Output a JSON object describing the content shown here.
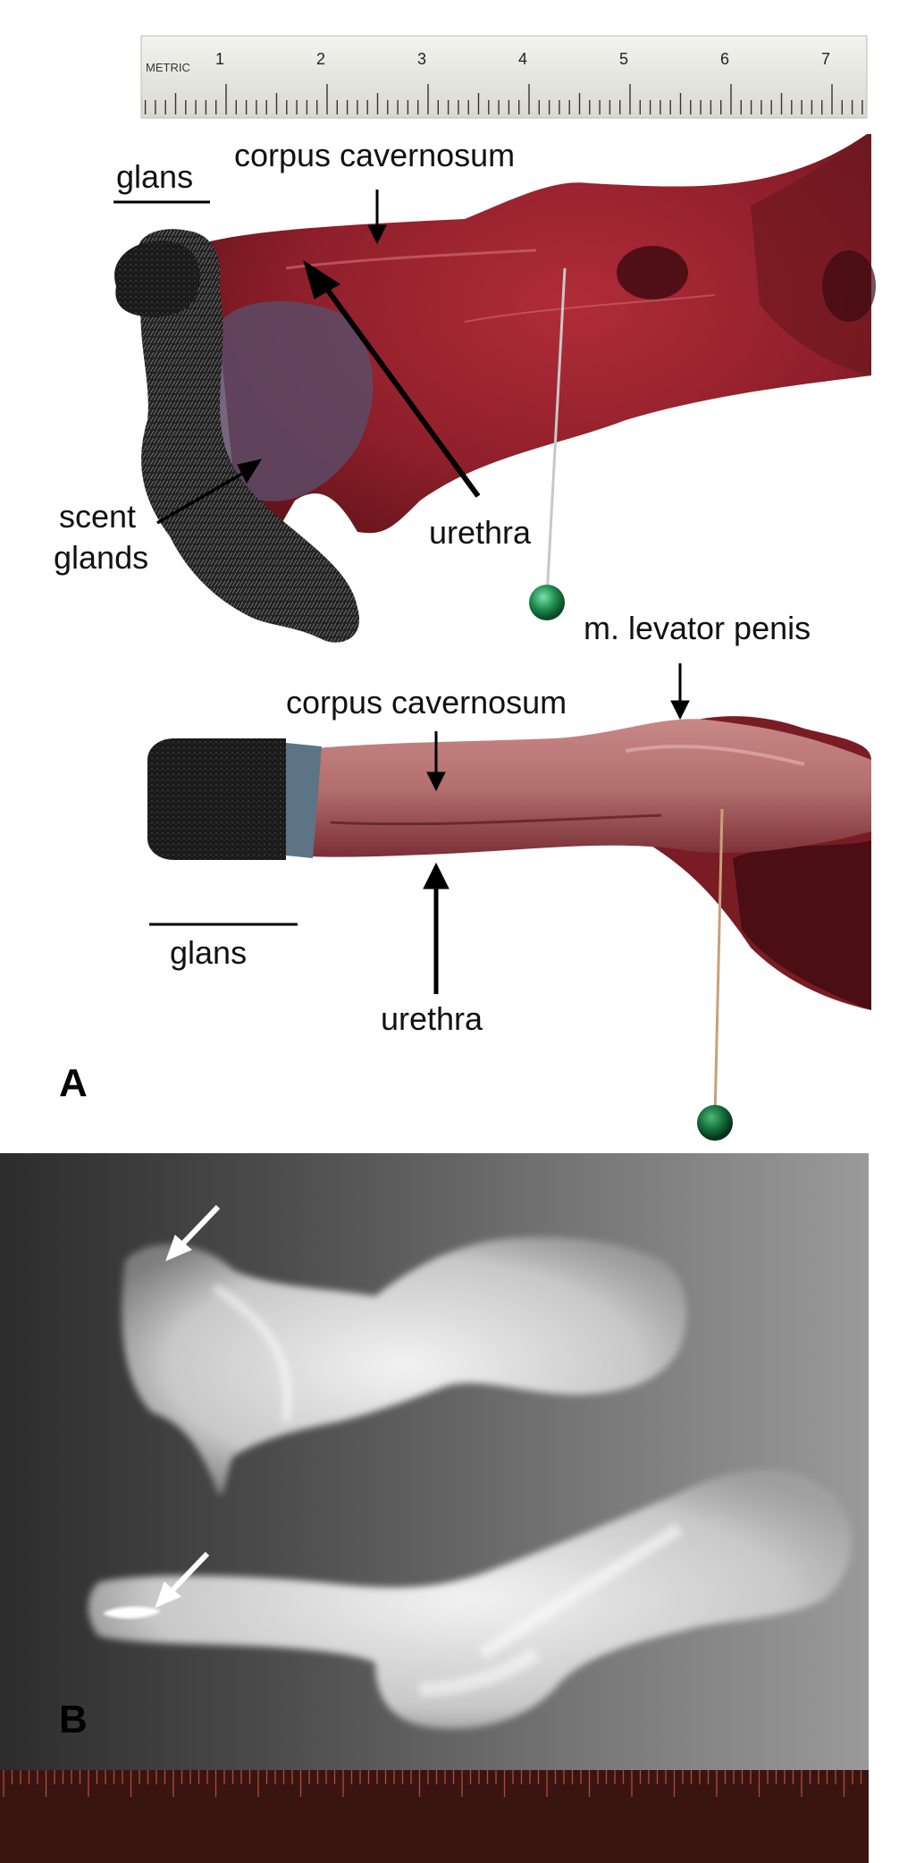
{
  "panel_a": {
    "letter": "A",
    "ruler": {
      "brand": "METRIC",
      "numbers": [
        "1",
        "2",
        "3",
        "4",
        "5",
        "6",
        "7"
      ]
    },
    "specimen_top": {
      "labels": {
        "glans": "glans",
        "corpus_cavernosum": "corpus cavernosum",
        "scent_glands_line1": "scent",
        "scent_glands_line2": "glands",
        "urethra": "urethra"
      }
    },
    "specimen_bottom": {
      "labels": {
        "m_levator_penis": "m. levator penis",
        "corpus_cavernosum": "corpus cavernosum",
        "glans": "glans",
        "urethra": "urethra"
      }
    }
  },
  "panel_b": {
    "letter": "B"
  },
  "colors": {
    "tissue": "#8e1f2a",
    "tissue_light": "#b85a5e",
    "fur": "#2a2a2a",
    "pin_head": "#1b8a4b",
    "xray_bg": "#5a5a5a",
    "xray_tissue": "#e6e6e6",
    "ruler_dark": "#3a1410"
  }
}
